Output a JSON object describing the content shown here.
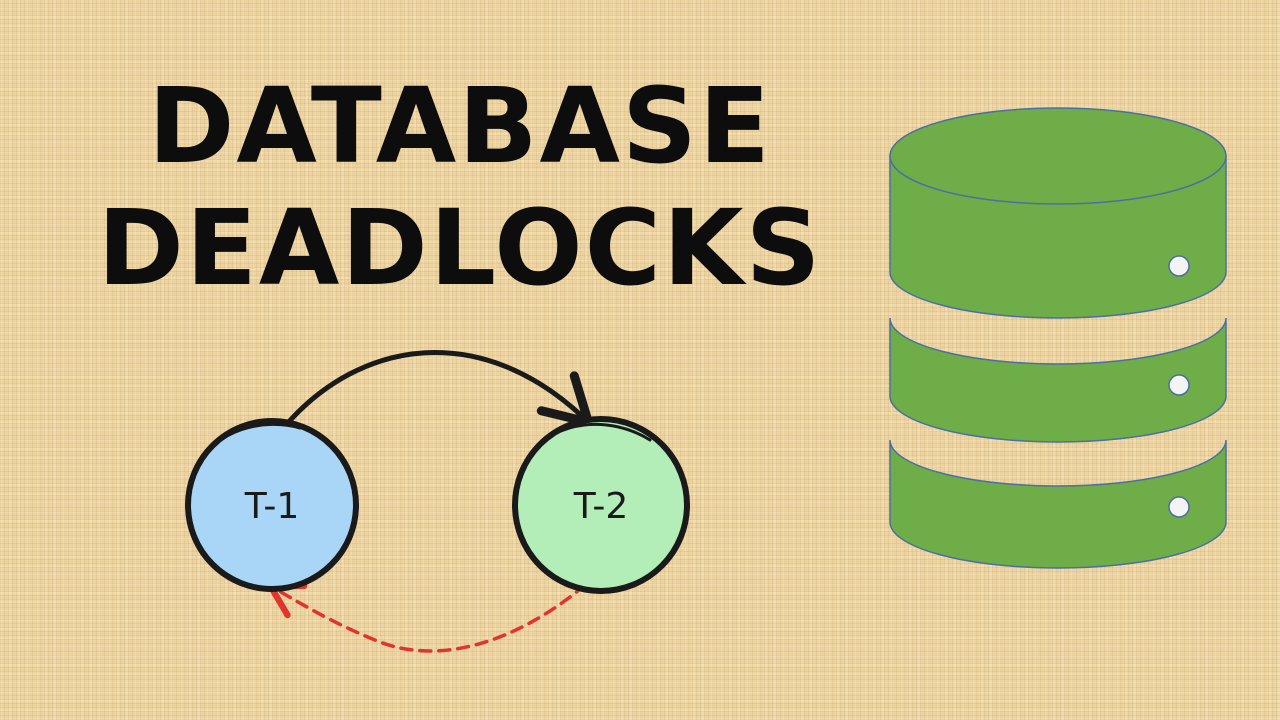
{
  "title": {
    "line1": "DATABASE",
    "line2": "DEADLOCKS"
  },
  "diagram": {
    "nodes": [
      {
        "id": "t1",
        "label": "T-1",
        "color": "#a9d5f7"
      },
      {
        "id": "t2",
        "label": "T-2",
        "color": "#b3eeb9"
      }
    ],
    "edges": [
      {
        "from": "t1",
        "to": "t2",
        "style": "solid",
        "color": "#1a1a1a"
      },
      {
        "from": "t2",
        "to": "t1",
        "style": "dashed",
        "color": "#e0342c"
      }
    ]
  },
  "database_icon": {
    "fill_color": "#6ead47",
    "stroke_color": "#4a6fa5"
  },
  "colors": {
    "background": "#ecd3a0",
    "title_text": "#0d0d0d"
  }
}
